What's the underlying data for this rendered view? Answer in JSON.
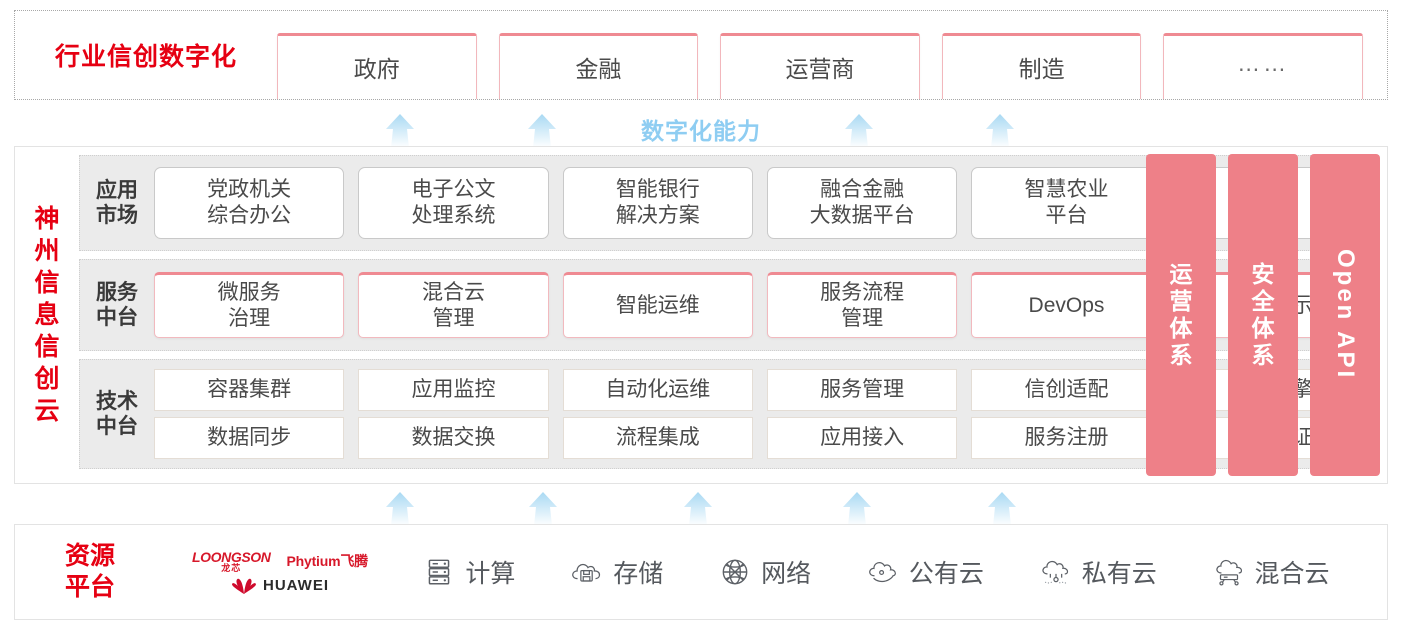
{
  "industry": {
    "title": "行业信创数字化",
    "cards": [
      {
        "label": "政府"
      },
      {
        "label": "金融"
      },
      {
        "label": "运营商"
      },
      {
        "label": "制造"
      },
      {
        "label": "……"
      }
    ]
  },
  "capability": {
    "label": "数字化能力",
    "arrow_count_top": 4,
    "arrow_count_bottom": 5
  },
  "cloud": {
    "title": "神州信息信创云",
    "title_chars": [
      "神",
      "州",
      "信",
      "息",
      "信",
      "创",
      "云"
    ],
    "tiers": [
      {
        "id": "app-market",
        "label_lines": [
          "应用",
          "市场"
        ],
        "cards": [
          {
            "lines": [
              "党政机关",
              "综合办公"
            ]
          },
          {
            "lines": [
              "电子公文",
              "处理系统"
            ]
          },
          {
            "lines": [
              "智能银行",
              "解决方案"
            ]
          },
          {
            "lines": [
              "融合金融",
              "大数据平台"
            ]
          },
          {
            "lines": [
              "智慧农业",
              "平台"
            ]
          },
          {
            "lines": [
              "……"
            ],
            "ghost": true
          }
        ]
      },
      {
        "id": "service-platform",
        "label_lines": [
          "服务",
          "中台"
        ],
        "cards": [
          {
            "lines": [
              "微服务",
              "治理"
            ]
          },
          {
            "lines": [
              "混合云",
              "管理"
            ]
          },
          {
            "lines": [
              "智能运维"
            ]
          },
          {
            "lines": [
              "服务流程",
              "管理"
            ]
          },
          {
            "lines": [
              "DevOps"
            ]
          },
          {
            "lines": [
              "大屏展示"
            ]
          }
        ]
      },
      {
        "id": "tech-platform",
        "label_lines": [
          "技术",
          "中台"
        ],
        "rows": [
          [
            "容器集群",
            "应用监控",
            "自动化运维",
            "服务管理",
            "信创适配",
            "流程引擎"
          ],
          [
            "数据同步",
            "数据交换",
            "流程集成",
            "应用接入",
            "服务注册",
            "统一认证"
          ]
        ]
      }
    ],
    "pillars": [
      {
        "id": "operations-system",
        "type": "vertical-cn",
        "chars": [
          "运",
          "营",
          "体",
          "系"
        ],
        "label": "运营体系"
      },
      {
        "id": "security-system",
        "type": "vertical-cn",
        "chars": [
          "安",
          "全",
          "体",
          "系"
        ],
        "label": "安全体系"
      },
      {
        "id": "open-api",
        "type": "rotated-en",
        "label": "Open API"
      }
    ]
  },
  "resource": {
    "title_lines": [
      "资源",
      "平台"
    ],
    "vendors": [
      {
        "id": "loongson",
        "en": "LOONGSON",
        "cn": "龙芯"
      },
      {
        "id": "phytium",
        "label": "Phytium飞腾"
      },
      {
        "id": "huawei",
        "label": "HUAWEI"
      }
    ],
    "items": [
      {
        "icon": "server-rack-icon",
        "label": "计算"
      },
      {
        "icon": "cloud-storage-icon",
        "label": "存储"
      },
      {
        "icon": "network-globe-icon",
        "label": "网络"
      },
      {
        "icon": "public-cloud-icon",
        "label": "公有云"
      },
      {
        "icon": "private-cloud-icon",
        "label": "私有云"
      },
      {
        "icon": "hybrid-cloud-icon",
        "label": "混合云"
      }
    ]
  },
  "colors": {
    "brand_red": "#e60012",
    "pink": "#ee8088",
    "card_pink_border": "#ef8a92",
    "arrow_blue": "#b9e0f5",
    "capability_blue": "#8ecdf2",
    "panel_gray": "#ebebeb"
  }
}
